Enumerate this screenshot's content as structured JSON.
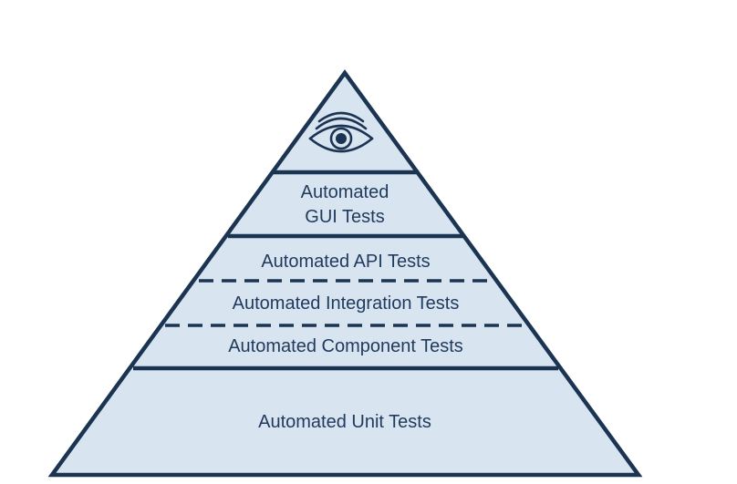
{
  "colors": {
    "fill": "#d9e4f1",
    "stroke": "#1b3452",
    "text": "#1f3a5c"
  },
  "pyramid": {
    "top_icon": "eye-icon",
    "tiers": [
      {
        "lines": [
          "Automated",
          "GUI Tests"
        ],
        "divider_below": "solid"
      },
      {
        "lines": [
          "Automated API Tests"
        ],
        "divider_below": "dashed"
      },
      {
        "lines": [
          "Automated Integration Tests"
        ],
        "divider_below": "dashed"
      },
      {
        "lines": [
          "Automated Component Tests"
        ],
        "divider_below": "solid"
      },
      {
        "lines": [
          "Automated Unit Tests"
        ],
        "divider_below": "none"
      }
    ]
  }
}
